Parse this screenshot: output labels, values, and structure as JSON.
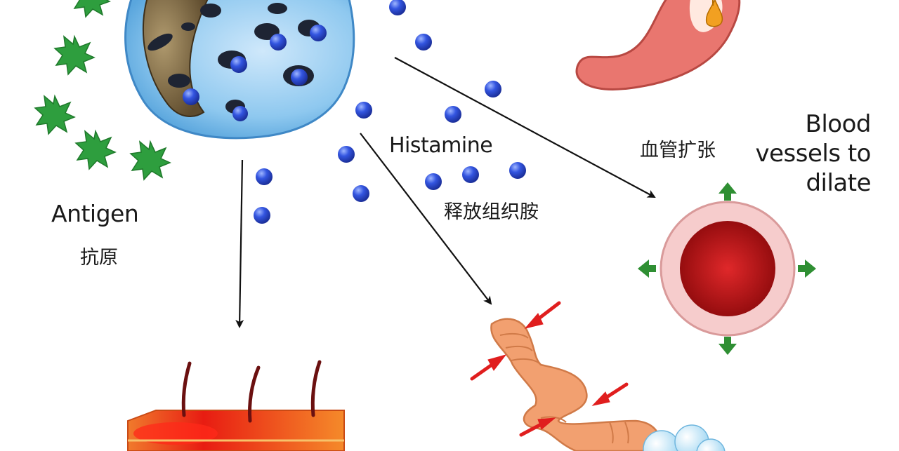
{
  "labels": {
    "antigen_en": "Antigen",
    "antigen_zh": "抗原",
    "histamine_en": "Histamine",
    "histamine_zh": "释放组织胺",
    "dilate_zh": "血管扩张",
    "dilate_en_lines": [
      "Blood",
      "vessels to",
      "dilate"
    ]
  },
  "colors": {
    "cell_fill": "#8ec8ef",
    "histamine_dot": "#2f4fd6",
    "antigen": "#2e9e3e",
    "stomach": "#e9766f",
    "vessel_ring": "#f6cccc",
    "vessel_lumen": "#c20f12",
    "airway": "#f2a070",
    "skin": "#e8562b",
    "arrow_green": "#2f8f33",
    "arrow_red": "#e01e1e"
  }
}
